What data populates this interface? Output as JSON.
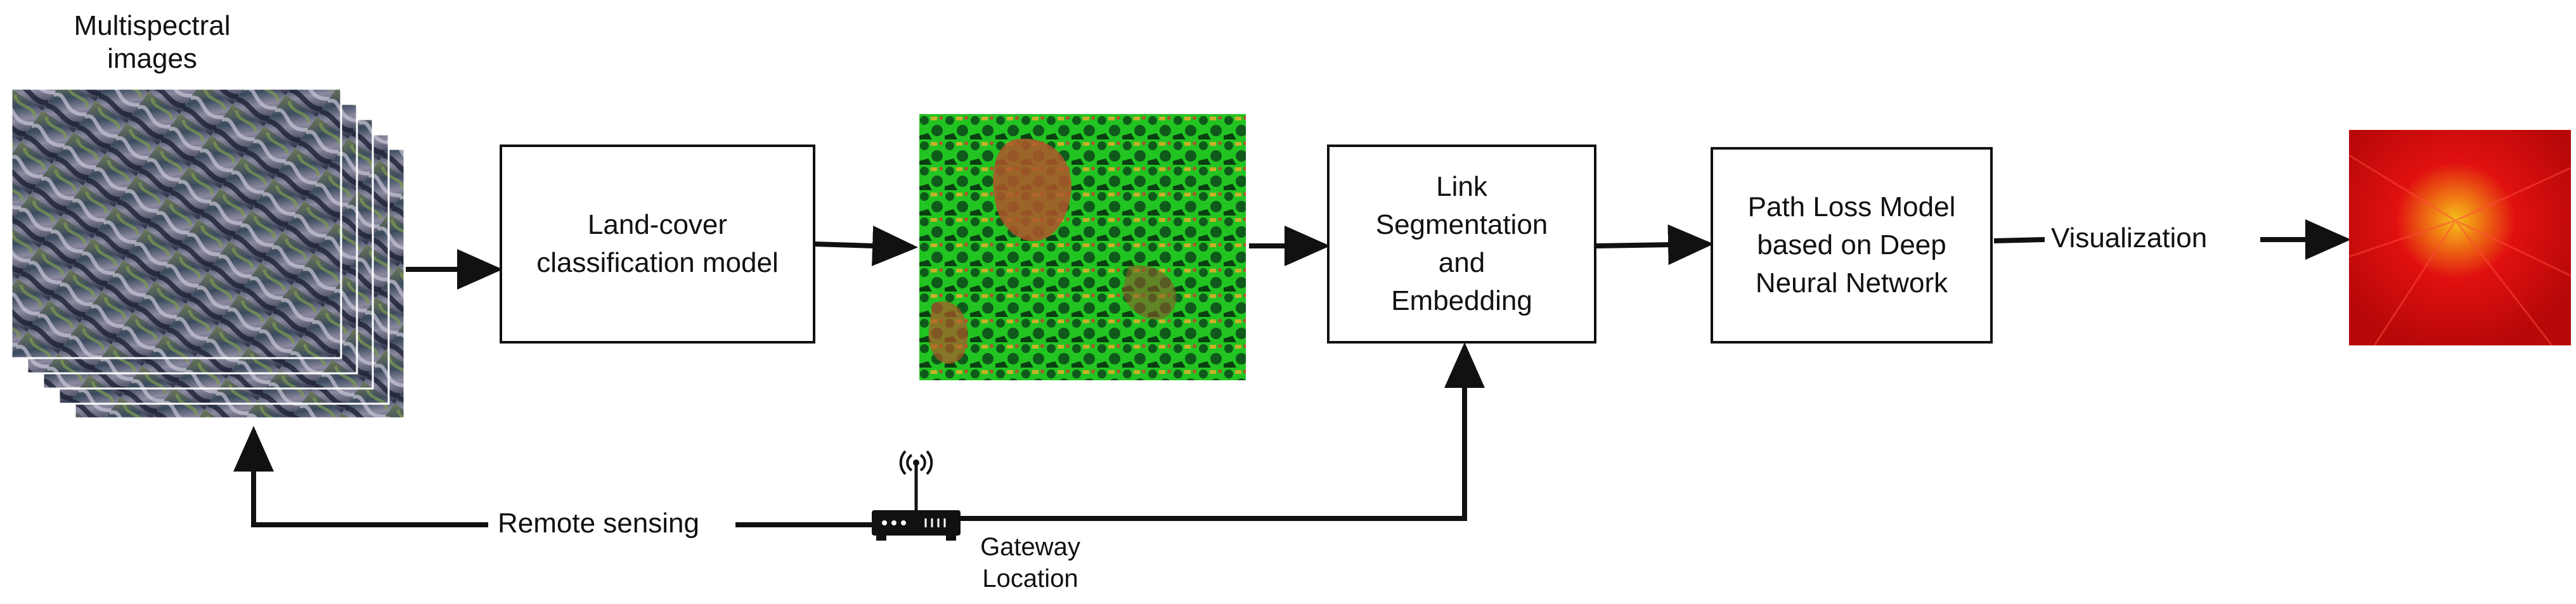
{
  "inputs": {
    "title": "Multispectral\nimages"
  },
  "boxes": {
    "classification": "Land-cover\nclassification model",
    "segmentation": "Link\nSegmentation\nand\nEmbedding",
    "path_loss": "Path Loss Model\nbased on Deep\nNeural Network"
  },
  "labels": {
    "visualization": "Visualization",
    "remote_sensing": "Remote sensing",
    "gateway": "Gateway\nLocation"
  },
  "icons": {
    "satellite_stack": "satellite-image-stack",
    "landcover_map": "land-cover-map",
    "heatmap": "path-loss-heatmap",
    "gateway": "wireless-gateway-router"
  },
  "colors": {
    "line": "#111111",
    "landcover_green": "#22c422",
    "landcover_dark": "#0f5a1a",
    "landcover_brown": "#b0552a",
    "heat_red": "#e01010",
    "heat_yellow": "#f4c21a"
  }
}
